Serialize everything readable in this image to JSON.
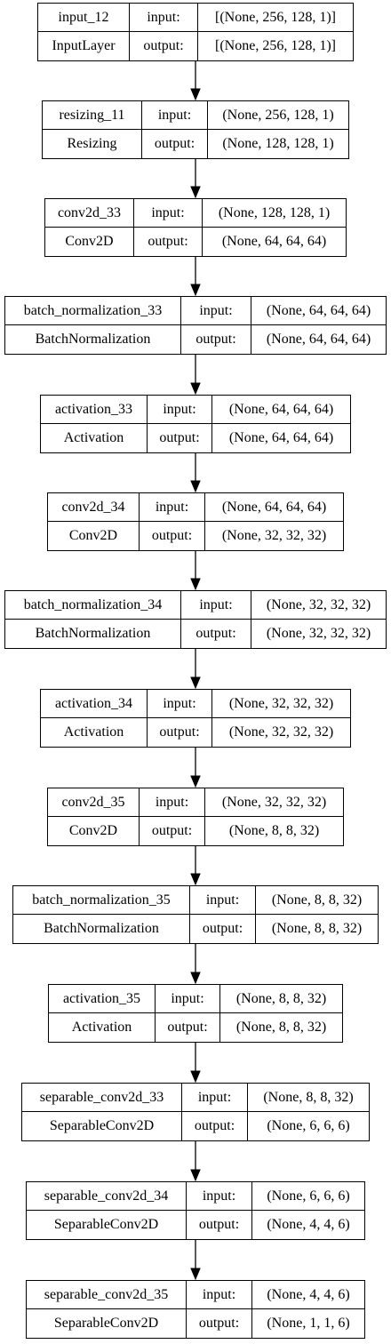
{
  "layers": [
    {
      "name": "input_12",
      "type": "InputLayer",
      "input_label": "input:",
      "output_label": "output:",
      "input_shape": "[(None, 256, 128, 1)]",
      "output_shape": "[(None, 256, 128, 1)]"
    },
    {
      "name": "resizing_11",
      "type": "Resizing",
      "input_label": "input:",
      "output_label": "output:",
      "input_shape": "(None, 256, 128, 1)",
      "output_shape": "(None, 128, 128, 1)"
    },
    {
      "name": "conv2d_33",
      "type": "Conv2D",
      "input_label": "input:",
      "output_label": "output:",
      "input_shape": "(None, 128, 128, 1)",
      "output_shape": "(None, 64, 64, 64)"
    },
    {
      "name": "batch_normalization_33",
      "type": "BatchNormalization",
      "input_label": "input:",
      "output_label": "output:",
      "input_shape": "(None, 64, 64, 64)",
      "output_shape": "(None, 64, 64, 64)"
    },
    {
      "name": "activation_33",
      "type": "Activation",
      "input_label": "input:",
      "output_label": "output:",
      "input_shape": "(None, 64, 64, 64)",
      "output_shape": "(None, 64, 64, 64)"
    },
    {
      "name": "conv2d_34",
      "type": "Conv2D",
      "input_label": "input:",
      "output_label": "output:",
      "input_shape": "(None, 64, 64, 64)",
      "output_shape": "(None, 32, 32, 32)"
    },
    {
      "name": "batch_normalization_34",
      "type": "BatchNormalization",
      "input_label": "input:",
      "output_label": "output:",
      "input_shape": "(None, 32, 32, 32)",
      "output_shape": "(None, 32, 32, 32)"
    },
    {
      "name": "activation_34",
      "type": "Activation",
      "input_label": "input:",
      "output_label": "output:",
      "input_shape": "(None, 32, 32, 32)",
      "output_shape": "(None, 32, 32, 32)"
    },
    {
      "name": "conv2d_35",
      "type": "Conv2D",
      "input_label": "input:",
      "output_label": "output:",
      "input_shape": "(None, 32, 32, 32)",
      "output_shape": "(None, 8, 8, 32)"
    },
    {
      "name": "batch_normalization_35",
      "type": "BatchNormalization",
      "input_label": "input:",
      "output_label": "output:",
      "input_shape": "(None, 8, 8, 32)",
      "output_shape": "(None, 8, 8, 32)"
    },
    {
      "name": "activation_35",
      "type": "Activation",
      "input_label": "input:",
      "output_label": "output:",
      "input_shape": "(None, 8, 8, 32)",
      "output_shape": "(None, 8, 8, 32)"
    },
    {
      "name": "separable_conv2d_33",
      "type": "SeparableConv2D",
      "input_label": "input:",
      "output_label": "output:",
      "input_shape": "(None, 8, 8, 32)",
      "output_shape": "(None, 6, 6, 6)"
    },
    {
      "name": "separable_conv2d_34",
      "type": "SeparableConv2D",
      "input_label": "input:",
      "output_label": "output:",
      "input_shape": "(None, 6, 6, 6)",
      "output_shape": "(None, 4, 4, 6)"
    },
    {
      "name": "separable_conv2d_35",
      "type": "SeparableConv2D",
      "input_label": "input:",
      "output_label": "output:",
      "input_shape": "(None, 4, 4, 6)",
      "output_shape": "(None, 1, 1, 6)"
    }
  ],
  "colors": {
    "stroke": "#000000",
    "background": "#ffffff"
  }
}
